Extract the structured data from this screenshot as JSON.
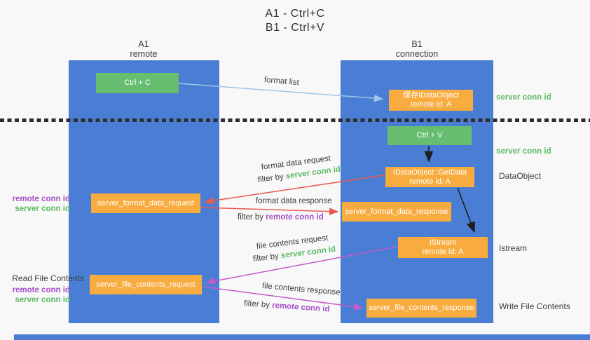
{
  "title": {
    "line1": "A1 - Ctrl+C",
    "line2": "B1 - Ctrl+V"
  },
  "columns": {
    "left": {
      "id": "A1",
      "subtitle": "remote"
    },
    "right": {
      "id": "B1",
      "subtitle": "connection"
    }
  },
  "nodes": {
    "ctrl_c": {
      "label": "Ctrl + C"
    },
    "ctrl_v": {
      "label": "Ctrl + V"
    },
    "save_dataobject": {
      "line1": "保存IDataObject",
      "line2": "remote id: A"
    },
    "getdata": {
      "line1": "IDataObject::GetData",
      "line2": "remote id: A"
    },
    "istream": {
      "line1": "IStream",
      "line2": "remote id: A"
    },
    "server_format_data_request": {
      "label": "server_format_data_request"
    },
    "server_format_data_response": {
      "label": "server_format_data_response"
    },
    "server_file_contents_request": {
      "label": "server_file_contents_request"
    },
    "server_file_contents_response": {
      "label": "server_file_contents_response"
    }
  },
  "side_labels": {
    "server_conn_id": "server conn id",
    "remote_conn_id": "remote conn id",
    "dataobject": "DataObject",
    "istream": "Istream",
    "read_file_contents": "Read File Contents",
    "write_file_contents": "Write File Contents"
  },
  "arrow_labels": {
    "format_list": "format list",
    "format_data_request": "format data request",
    "format_data_response": "format data response",
    "file_contents_request": "file contents request",
    "file_contents_response": "file contents response",
    "filter_by": "filter by",
    "server_conn_id": "server conn id",
    "remote_conn_id": "remote conn id"
  },
  "colors": {
    "column_blue": "#4a7ed4",
    "box_green": "#67bd70",
    "box_orange": "#f8ac3f",
    "arrow_light_blue": "#9dc6ea",
    "arrow_red": "#e85a50",
    "arrow_magenta": "#c45bc7",
    "arrow_black": "#1f1f1f",
    "text_green": "#5cb965",
    "text_purple": "#a64fc9"
  }
}
